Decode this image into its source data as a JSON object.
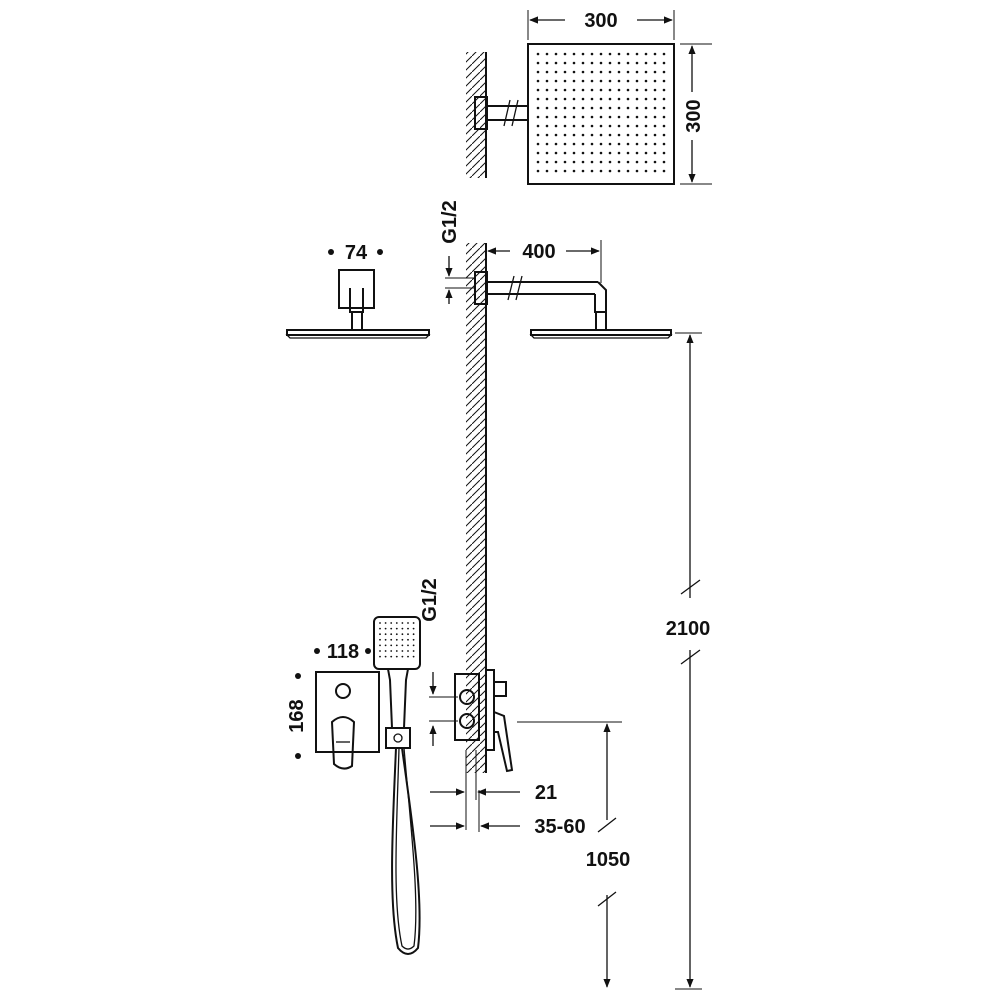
{
  "dimensions": {
    "rain_head_width": "300",
    "rain_head_depth": "300",
    "thread_top": "G1/2",
    "arm_length": "400",
    "arm_flange_width": "74",
    "head_height": "2100",
    "handset_width": "118",
    "thread_mixer": "G1/2",
    "plate_height": "168",
    "wall_depth": "21",
    "body_depth": "35-60",
    "mixer_height": "1050"
  },
  "colors": {
    "line": "#111111",
    "background": "#ffffff"
  }
}
